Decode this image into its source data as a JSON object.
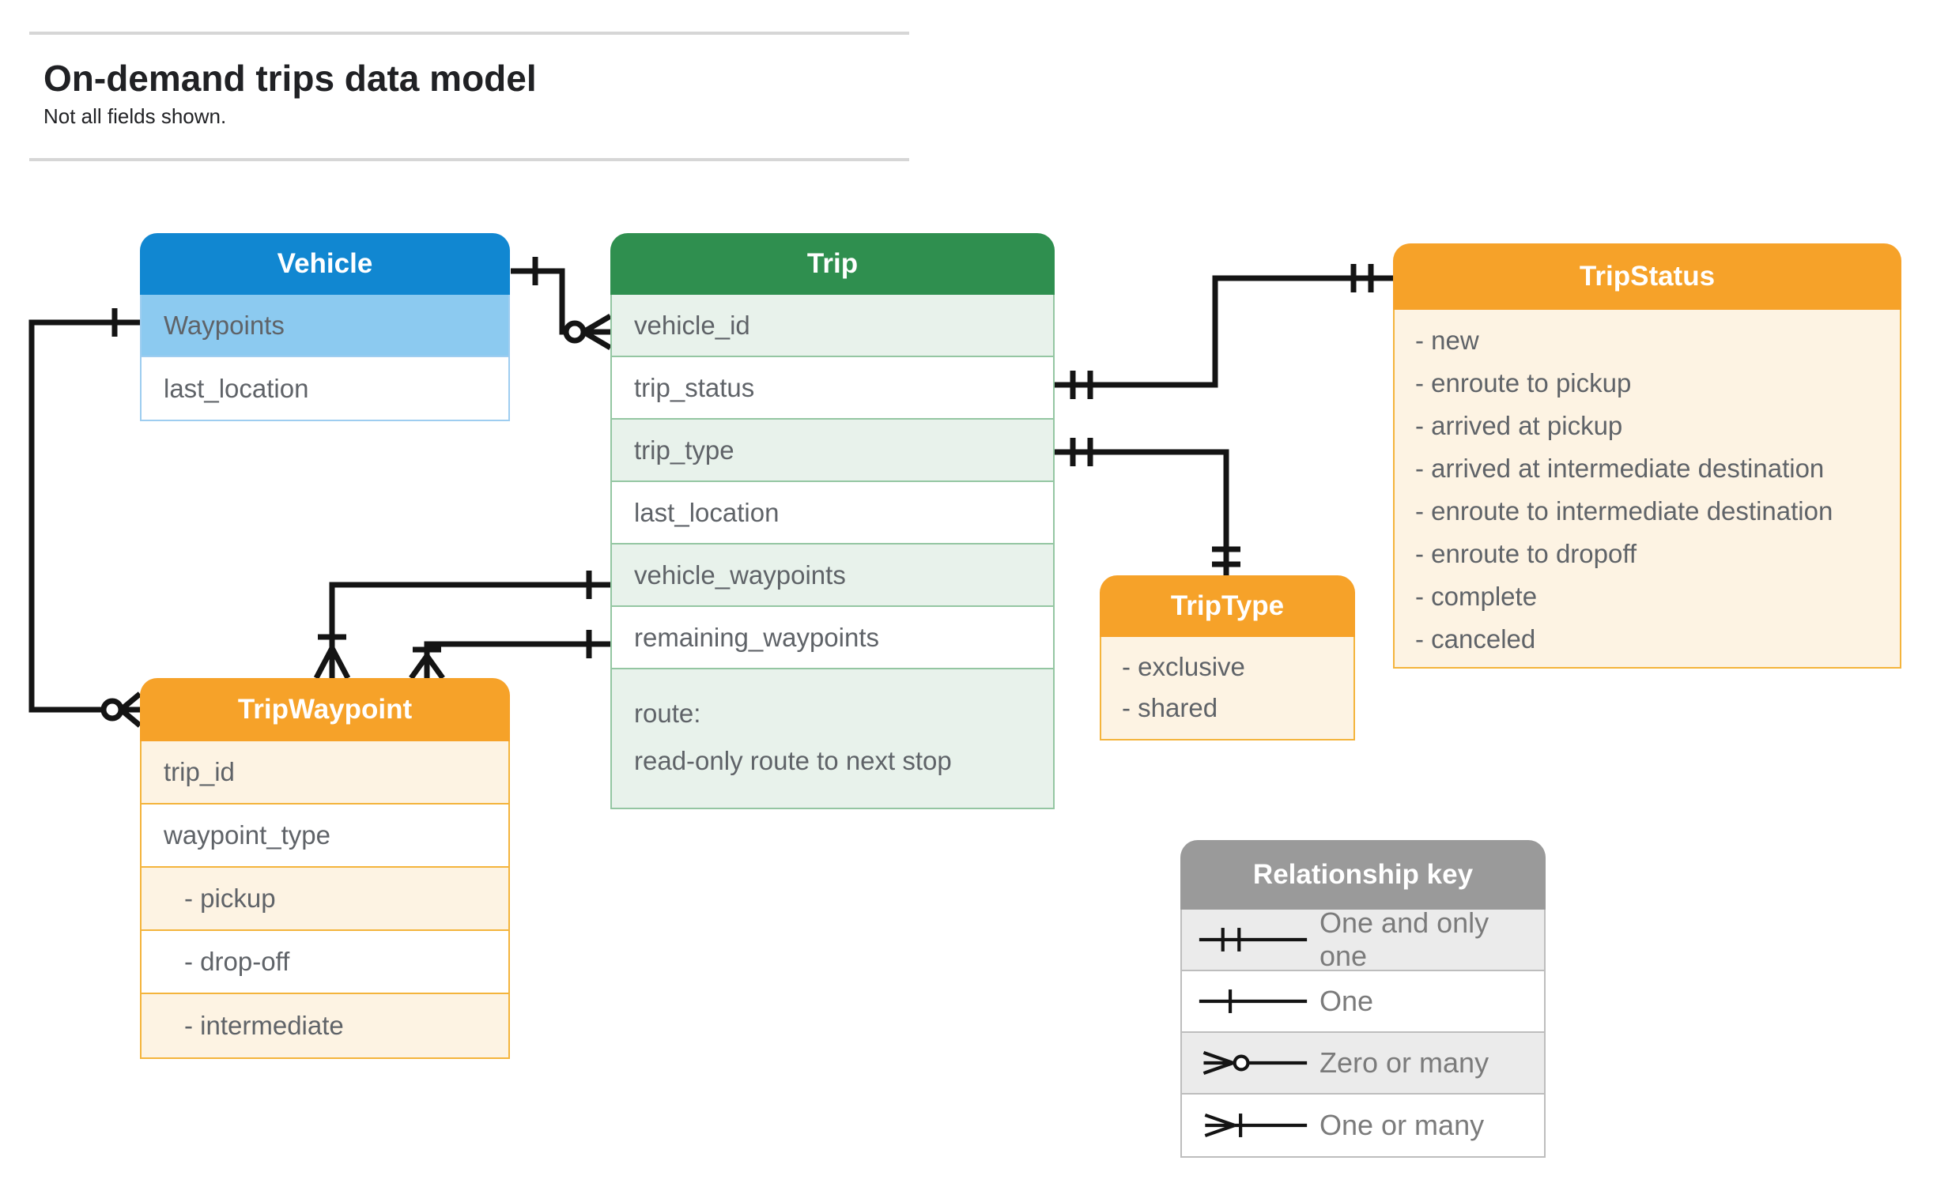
{
  "page": {
    "title": "On-demand trips data model",
    "subtitle": "Not all fields shown."
  },
  "entities": {
    "vehicle": {
      "title": "Vehicle",
      "fields": [
        "Waypoints",
        "last_location"
      ]
    },
    "trip": {
      "title": "Trip",
      "fields": [
        "vehicle_id",
        "trip_status",
        "trip_type",
        "last_location",
        "vehicle_waypoints",
        "remaining_waypoints"
      ],
      "route_line1": "route:",
      "route_line2": "read-only route to next stop"
    },
    "trip_status": {
      "title": "TripStatus",
      "values": [
        "- new",
        "- enroute to pickup",
        "- arrived at pickup",
        "- arrived at intermediate destination",
        "- enroute to intermediate destination",
        "- enroute to dropoff",
        "- complete",
        "- canceled"
      ]
    },
    "trip_waypoint": {
      "title": "TripWaypoint",
      "fields": [
        "trip_id",
        "waypoint_type",
        "- pickup",
        "- drop-off",
        "- intermediate"
      ]
    },
    "trip_type": {
      "title": "TripType",
      "values": [
        "- exclusive",
        "- shared"
      ]
    }
  },
  "legend": {
    "title": "Relationship key",
    "items": [
      {
        "symbol": "one-and-only-one",
        "label": "One and only one"
      },
      {
        "symbol": "one",
        "label": "One"
      },
      {
        "symbol": "zero-or-many",
        "label": "Zero or many"
      },
      {
        "symbol": "one-or-many",
        "label": "One or many"
      }
    ]
  },
  "colors": {
    "vehicle-header": "#1187d1",
    "vehicle-row": "#8ccaf0",
    "vehicle-border": "#9ecdf0",
    "trip-header": "#2f8f4f",
    "trip-row": "#e8f2eb",
    "trip-border": "#94c6a2",
    "orange-header": "#f6a229",
    "orange-row": "#fdf3e3",
    "orange-border": "#f4b43c",
    "legend-header": "#9a9a9a",
    "legend-row": "#ebebeb",
    "legend-border": "#bdbdbd",
    "text": "#5f6368",
    "legend-text": "#7b7b7b",
    "line": "#141414",
    "title": "#202124",
    "rule": "#d6d6d6"
  }
}
